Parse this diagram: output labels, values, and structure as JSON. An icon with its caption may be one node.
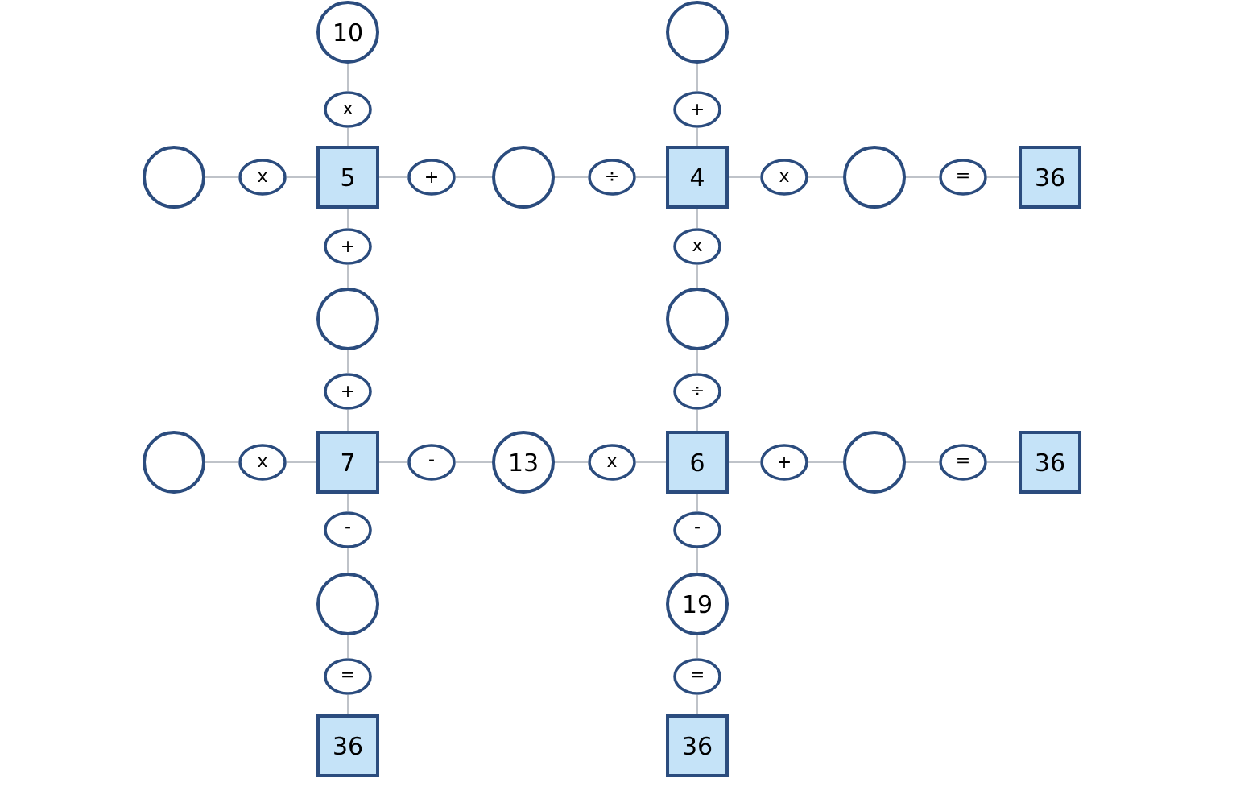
{
  "diagram": {
    "nodes": [
      {
        "text": [
          "10"
        ]
      },
      {
        "text": [],
        "shape": "circle"
      },
      {
        "text": [
          "x"
        ]
      },
      {
        "text": [
          "+"
        ]
      },
      {
        "text": [],
        "shape": "circle"
      },
      {
        "text": [
          "x"
        ]
      },
      {
        "text": [
          "5"
        ]
      },
      {
        "text": [
          "+"
        ]
      },
      {
        "text": [],
        "shape": "circle"
      },
      {
        "text": [
          "÷"
        ]
      },
      {
        "text": [
          "4"
        ]
      },
      {
        "text": [
          "x"
        ]
      },
      {
        "text": [],
        "shape": "circle"
      },
      {
        "text": [
          "="
        ]
      },
      {
        "text": [
          "36"
        ]
      },
      {
        "text": [
          "+"
        ]
      },
      {
        "text": [
          "x"
        ]
      },
      {
        "text": [],
        "shape": "circle"
      },
      {
        "text": [],
        "shape": "circle"
      },
      {
        "text": [
          "+"
        ]
      },
      {
        "text": [
          "÷"
        ]
      },
      {
        "text": [],
        "shape": "circle"
      },
      {
        "text": [
          "x"
        ]
      },
      {
        "text": [
          "7"
        ]
      },
      {
        "text": [
          "-"
        ]
      },
      {
        "text": [
          "13"
        ]
      },
      {
        "text": [
          "x"
        ]
      },
      {
        "text": [
          "6"
        ]
      },
      {
        "text": [
          "+"
        ]
      },
      {
        "text": [],
        "shape": "circle"
      },
      {
        "text": [
          "="
        ]
      },
      {
        "text": [
          "36"
        ]
      },
      {
        "text": [
          "-"
        ]
      },
      {
        "text": [
          "-"
        ]
      },
      {
        "text": [],
        "shape": "circle"
      },
      {
        "text": [
          "19"
        ]
      },
      {
        "text": [
          "="
        ]
      },
      {
        "text": [
          "="
        ]
      },
      {
        "text": [
          "36"
        ]
      },
      {
        "text": [
          "36"
        ]
      }
    ],
    "edges": [
      {
        "from": 4,
        "to": 5,
        "arrow": "none"
      },
      {
        "from": 5,
        "to": 6,
        "arrow": "none"
      },
      {
        "from": 6,
        "to": 7,
        "arrow": "none"
      },
      {
        "from": 7,
        "to": 8,
        "arrow": "none"
      },
      {
        "from": 8,
        "to": 9,
        "arrow": "none"
      },
      {
        "from": 9,
        "to": 10,
        "arrow": "none"
      },
      {
        "from": 10,
        "to": 11,
        "arrow": "none"
      },
      {
        "from": 11,
        "to": 12,
        "arrow": "none"
      },
      {
        "from": 12,
        "to": 13,
        "arrow": "none"
      },
      {
        "from": 13,
        "to": 14,
        "arrow": "none"
      },
      {
        "from": 21,
        "to": 22,
        "arrow": "none"
      },
      {
        "from": 22,
        "to": 23,
        "arrow": "none"
      },
      {
        "from": 23,
        "to": 24,
        "arrow": "none"
      },
      {
        "from": 24,
        "to": 25,
        "arrow": "none"
      },
      {
        "from": 25,
        "to": 26,
        "arrow": "none"
      },
      {
        "from": 26,
        "to": 27,
        "arrow": "none"
      },
      {
        "from": 27,
        "to": 28,
        "arrow": "none"
      },
      {
        "from": 28,
        "to": 29,
        "arrow": "none"
      },
      {
        "from": 29,
        "to": 30,
        "arrow": "none"
      },
      {
        "from": 30,
        "to": 31,
        "arrow": "none"
      },
      {
        "from": 0,
        "to": 2,
        "arrow": "none"
      },
      {
        "from": 2,
        "to": 6,
        "arrow": "none"
      },
      {
        "from": 6,
        "to": 15,
        "arrow": "none"
      },
      {
        "from": 15,
        "to": 17,
        "arrow": "none"
      },
      {
        "from": 17,
        "to": 19,
        "arrow": "none"
      },
      {
        "from": 19,
        "to": 23,
        "arrow": "none"
      },
      {
        "from": 23,
        "to": 32,
        "arrow": "none"
      },
      {
        "from": 32,
        "to": 34,
        "arrow": "none"
      },
      {
        "from": 34,
        "to": 36,
        "arrow": "none"
      },
      {
        "from": 36,
        "to": 38,
        "arrow": "none"
      },
      {
        "from": 1,
        "to": 3,
        "arrow": "none"
      },
      {
        "from": 3,
        "to": 10,
        "arrow": "none"
      },
      {
        "from": 10,
        "to": 16,
        "arrow": "none"
      },
      {
        "from": 16,
        "to": 18,
        "arrow": "none"
      },
      {
        "from": 18,
        "to": 20,
        "arrow": "none"
      },
      {
        "from": 20,
        "to": 27,
        "arrow": "none"
      },
      {
        "from": 27,
        "to": 33,
        "arrow": "none"
      },
      {
        "from": 33,
        "to": 35,
        "arrow": "none"
      },
      {
        "from": 35,
        "to": 37,
        "arrow": "none"
      },
      {
        "from": 37,
        "to": 39,
        "arrow": "none"
      }
    ]
  }
}
